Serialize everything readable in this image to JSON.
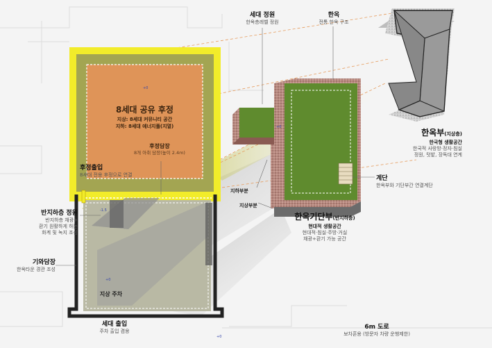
{
  "courtyard": {
    "title": "8세대 공유 후정",
    "line1": "지상: 8세대 커뮤니티 공간",
    "line2": "지하: 8세대 에너지풀(지열)"
  },
  "back_wall": {
    "title": "후정담장",
    "desc": "8개 아취 담장(높이 2.4m)"
  },
  "back_entrance": {
    "title": "후정출입",
    "desc": "8세대 전용 후정으로 연결"
  },
  "semi_basement_garden": {
    "title": "반지하층 정원",
    "lines": [
      "반지하층 채광+",
      "환기 원활하게 하는",
      "화계 및 녹지 조성"
    ]
  },
  "tile_wall": {
    "title": "기와담장",
    "desc": "한옥타운 경관 조성"
  },
  "parking": {
    "title": "지상 주차"
  },
  "unit_entrance": {
    "title": "세대 출입",
    "desc": "주차 출입 겸용"
  },
  "household_garden": {
    "title": "세대 정원",
    "desc": "한옥층레벨 정원"
  },
  "hanok": {
    "title": "한옥",
    "desc": "전통 한옥 구조"
  },
  "hanok_part": {
    "title": "한옥부",
    "suffix": "(지상층)",
    "lines": [
      "한국형 생활공간",
      "한국적 사랑방·정자·침실",
      "정원, 텃밭, 장독대 연계"
    ]
  },
  "stairs": {
    "title": "계단",
    "desc": "한옥부와 기단부간 연결계단"
  },
  "hanok_base": {
    "title": "한옥기단부",
    "suffix": "(반지하층)",
    "lines": [
      "현대적 생활공간",
      "현대적·침실·주방·거실",
      "채광+환기 가능 공간"
    ]
  },
  "underground_part": "지하부분",
  "ground_part": "지상부분",
  "road": {
    "title": "6m 도로",
    "desc": "보차혼용 (방문자 차량 운행제한)"
  },
  "levels": [
    "+0",
    "-1.5",
    "+0",
    "+0",
    "+0"
  ],
  "colors": {
    "highlight": "#f2ec2a",
    "courtyard": "#df9458",
    "olive": "#a3a552",
    "grass": "#5f8b2e",
    "roof": "#9a9a9a",
    "wall": "#222222"
  }
}
